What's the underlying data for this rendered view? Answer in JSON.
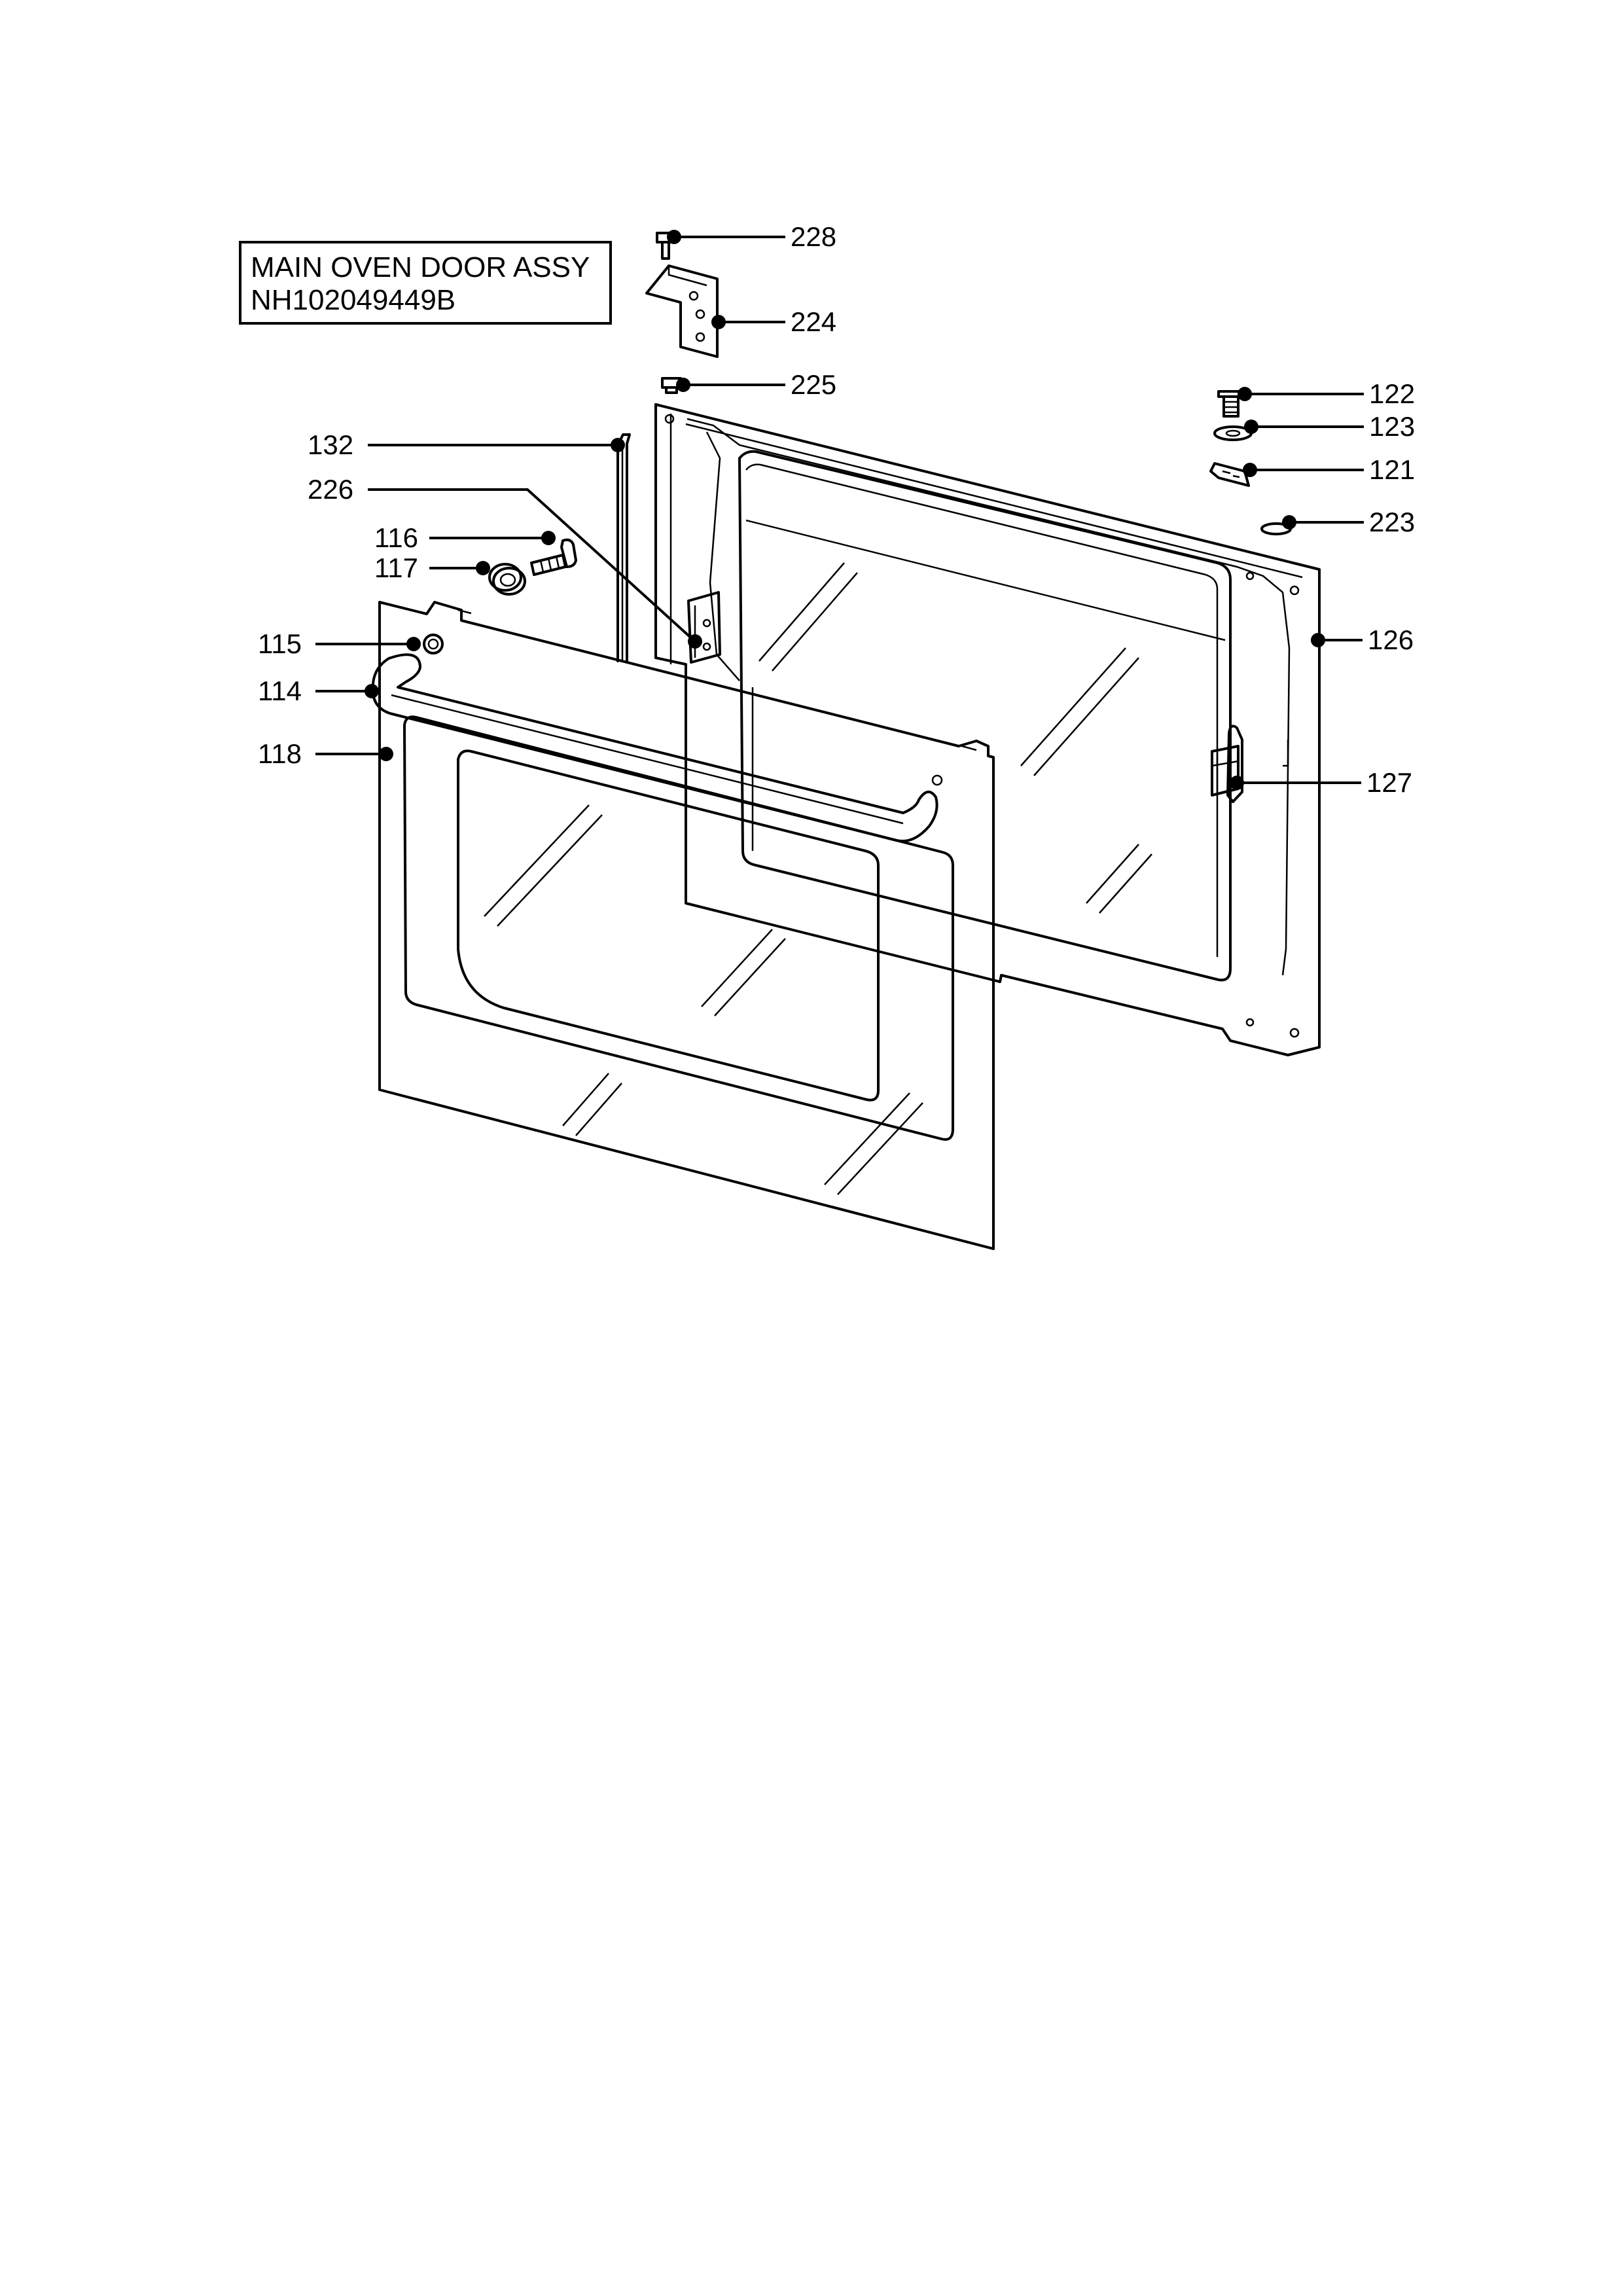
{
  "title": {
    "line1": "MAIN OVEN  DOOR ASSY",
    "line2": "NH102049449B"
  },
  "callouts": [
    {
      "id": "c228",
      "label": "228"
    },
    {
      "id": "c224",
      "label": "224"
    },
    {
      "id": "c225",
      "label": "225"
    },
    {
      "id": "c122",
      "label": "122"
    },
    {
      "id": "c123",
      "label": "123"
    },
    {
      "id": "c121",
      "label": "121"
    },
    {
      "id": "c223",
      "label": "223"
    },
    {
      "id": "c132",
      "label": "132"
    },
    {
      "id": "c226",
      "label": "226"
    },
    {
      "id": "c116",
      "label": "116"
    },
    {
      "id": "c117",
      "label": "117"
    },
    {
      "id": "c115",
      "label": "115"
    },
    {
      "id": "c114",
      "label": "114"
    },
    {
      "id": "c118",
      "label": "118"
    },
    {
      "id": "c126",
      "label": "126"
    },
    {
      "id": "c127",
      "label": "127"
    }
  ]
}
